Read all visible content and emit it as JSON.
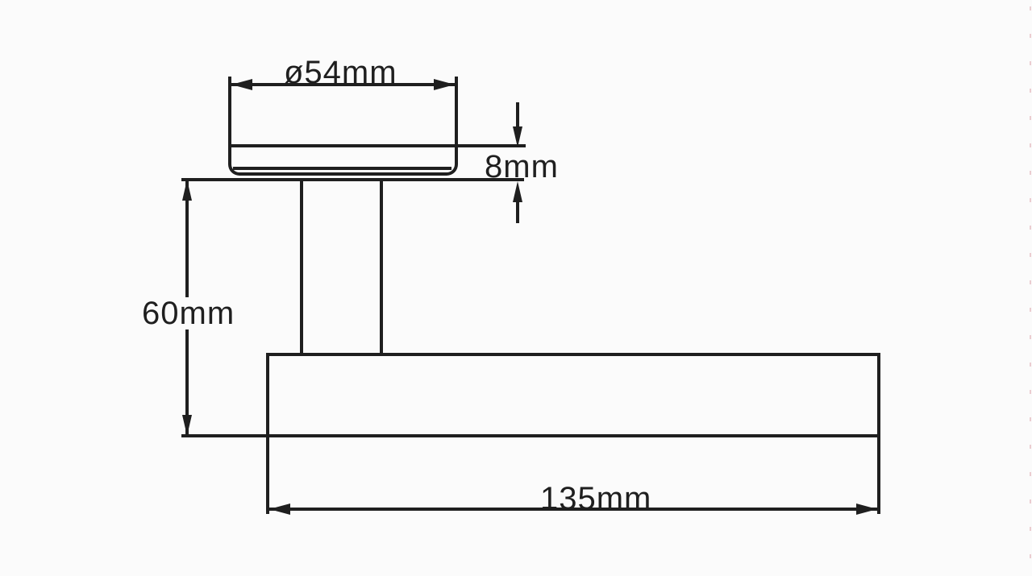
{
  "colors": {
    "ink": "#1f1f1f",
    "background": "#fbfbfb"
  },
  "drawing": {
    "kind": "technical-dimension-drawing",
    "subject": "lever-handle-side-elevation",
    "labels": {
      "rose_diameter": "ø54mm",
      "rose_thickness": "8mm",
      "projection_height": "60mm",
      "lever_length": "135mm"
    }
  }
}
